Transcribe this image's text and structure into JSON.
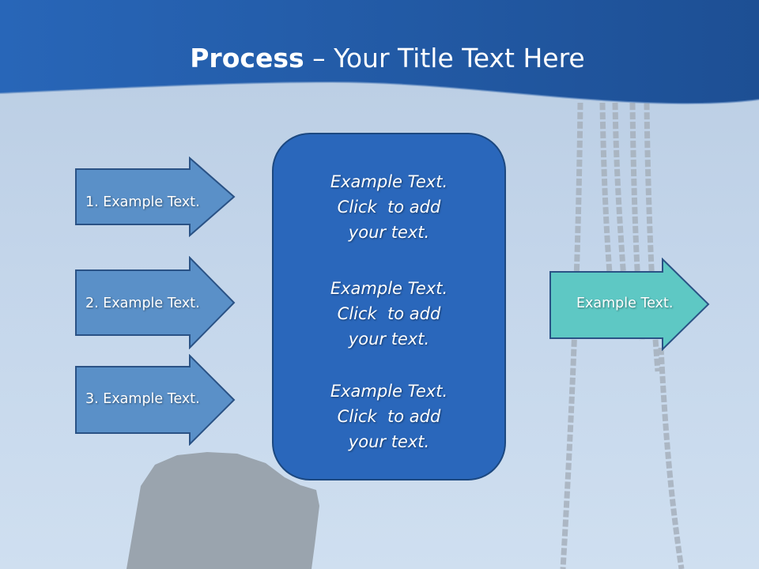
{
  "title": {
    "bold": "Process",
    "rest": " – Your Title Text Here"
  },
  "left_arrows": [
    {
      "label": "1. Example Text."
    },
    {
      "label": "2. Example Text."
    },
    {
      "label": "3. Example Text."
    }
  ],
  "center_box": {
    "paragraphs": [
      {
        "lines": [
          "Example Text.",
          "Click  to add",
          "your text."
        ]
      },
      {
        "lines": [
          "Example Text.",
          "Click  to add",
          "your text."
        ]
      },
      {
        "lines": [
          "Example Text.",
          "Click  to add",
          "your text."
        ]
      }
    ]
  },
  "right_arrow": {
    "label": "Example Text."
  },
  "colors": {
    "header_blue": "#2661ad",
    "arrow_fill": "#5a90c8",
    "arrow_border": "#2a5285",
    "center_fill": "#2a67bb",
    "accent_teal": "#5ec8c4"
  }
}
